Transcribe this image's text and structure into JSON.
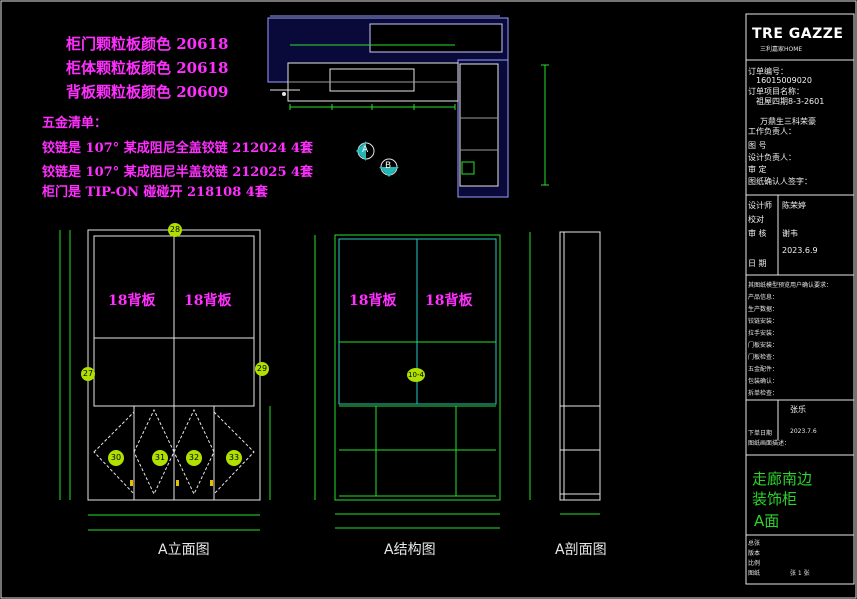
{
  "notes": {
    "door_color": "柜门颗粒板颜色   20618",
    "body_color": "柜体颗粒板颜色   20618",
    "back_color": "背板颗粒板颜色   20609",
    "hardware_title": "五金清单：",
    "hardware": [
      "铰链是 107° 某成阻尼全盖铰链  212024  4套",
      "铰链是 107° 某成阻尼半盖铰链  212025  4套",
      "柜门是 TIP-ON  碰碰开 218108  4套"
    ]
  },
  "plan": {
    "marker_a": "A",
    "marker_b": "B"
  },
  "views": {
    "elevation": {
      "caption": "A立面图",
      "labels": [
        "18背板",
        "18背板"
      ],
      "tags": [
        "28",
        "27",
        "29",
        "30",
        "31",
        "32",
        "33"
      ]
    },
    "structure": {
      "caption": "A结构图",
      "labels": [
        "18背板",
        "18背板"
      ],
      "tag": "10-4"
    },
    "section": {
      "caption": "A剖面图"
    }
  },
  "title_block": {
    "brand": "TRE GAZZE",
    "brand_sub": "三利嘉家HOME",
    "rows": [
      "订单编号：",
      "16015009020",
      "订单项目名称：",
      "祖屋四期8-3-2601",
      "万鼎生三科荣豪",
      "工作负责人：",
      "图   号",
      "设计负责人：",
      "审   定",
      "图纸确认人签字："
    ],
    "fields": [
      {
        "label": "设计师",
        "value": "陈荣婷"
      },
      {
        "label": "校对",
        "value": ""
      },
      {
        "label": "审   核",
        "value": "谢韦"
      },
      {
        "label": "",
        "value": "2023.6.9"
      },
      {
        "label": "日   期",
        "value": ""
      }
    ],
    "list_title": "其图纸模型预览用户确认要求：",
    "checks": [
      "产品信息：",
      "生产数据：",
      "铰链安装：",
      "拉手安装：",
      "门板安装：",
      "门板检查：",
      "五金配件：",
      "包装确认：",
      "拆单检查："
    ],
    "reviewer": "张乐",
    "issue_date_label": "下单日期",
    "issue_date": "2023.7.6",
    "drawing_label": "图纸画面描述：",
    "project_name": [
      "走廊南边",
      "装饰柜",
      "A面"
    ],
    "footer": [
      "总张",
      "版本",
      "比例",
      "图纸",
      "张 1 张"
    ]
  }
}
